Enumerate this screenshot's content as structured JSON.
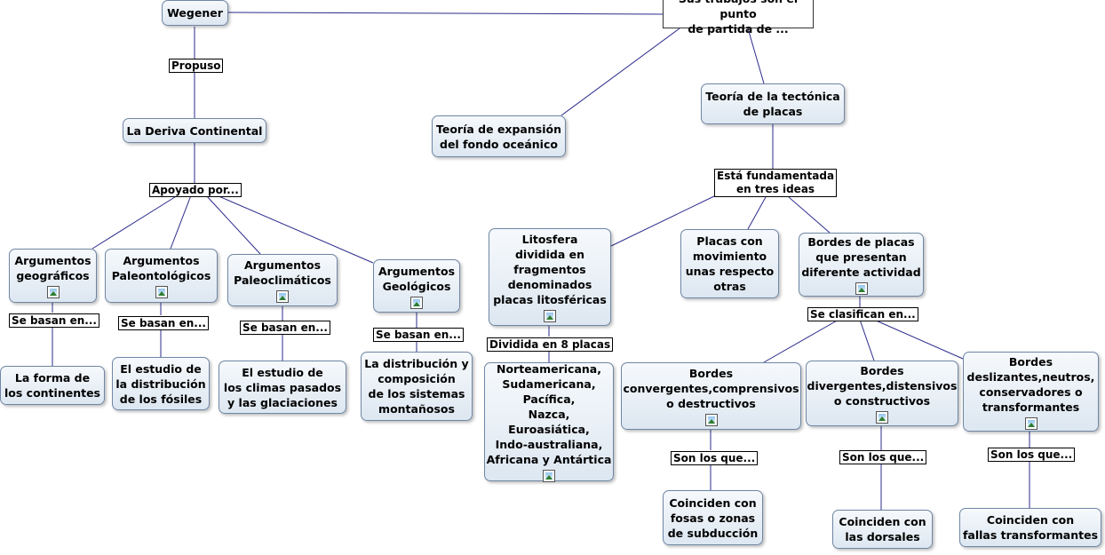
{
  "nodes": {
    "wegener": "Wegener",
    "sus_trabajos": "Sus trabajos son el punto\nde partida de ...",
    "deriva": "La Deriva Continental",
    "expansion": "Teoría de expansión\ndel fondo oceánico",
    "tectonica": "Teoría de la tectónica\nde placas",
    "arg_geograficos": "Argumentos\ngeográficos",
    "arg_paleontologicos": "Argumentos\nPaleontológicos",
    "arg_paleoclimaticos": "Argumentos\nPaleoclimáticos",
    "arg_geologicos": "Argumentos\nGeológicos",
    "forma_continentes": "La forma de\nlos continentes",
    "estudio_fosiles": "El estudio de\nla distribución\nde los fósiles",
    "estudio_climas": "El estudio de\nlos climas pasados\ny las glaciaciones",
    "distribucion_montanosos": "La distribución y\ncomposición\nde los sistemas\nmontañosos",
    "litosfera": "Litosfera\ndividida en\nfragmentos\ndenominados\nplacas litosféricas",
    "placas_movimiento": "Placas con\nmovimiento\nunas respecto\notras",
    "bordes_actividad": "Bordes de placas\nque presentan\ndiferente actividad",
    "lista_placas": "Norteamericana,\nSudamericana,\nPacífica,\nNazca,\nEuroasiática,\nIndo-australiana,\nAfricana y Antártica",
    "bordes_convergentes": "Bordes\nconvergentes,comprensivos\no destructivos",
    "bordes_divergentes": "Bordes\ndivergentes,distensivos\no constructivos",
    "bordes_deslizantes": "Bordes\ndeslizantes,neutros,\nconservadores o\ntransformantes",
    "fosas_subduccion": "Coinciden con\nfosas o zonas\nde subducción",
    "dorsales": "Coinciden con\nlas dorsales",
    "fallas": "Coinciden con\nfallas transformantes"
  },
  "labels": {
    "propuso": "Propuso",
    "apoyado_por": "Apoyado por...",
    "se_basan_1": "Se basan en...",
    "se_basan_2": "Se basan en...",
    "se_basan_3": "Se basan en...",
    "se_basan_4": "Se basan en...",
    "fundamentada": "Está fundamentada\nen tres ideas",
    "dividida_8": "Dividida en 8 placas",
    "se_clasifican": "Se clasifican en...",
    "son_los_que_1": "Son los que...",
    "son_los_que_2": "Son los que...",
    "son_los_que_3": "Son los que..."
  },
  "colors": {
    "connector": "#2b2b8c",
    "node_border": "#6f86a5"
  }
}
